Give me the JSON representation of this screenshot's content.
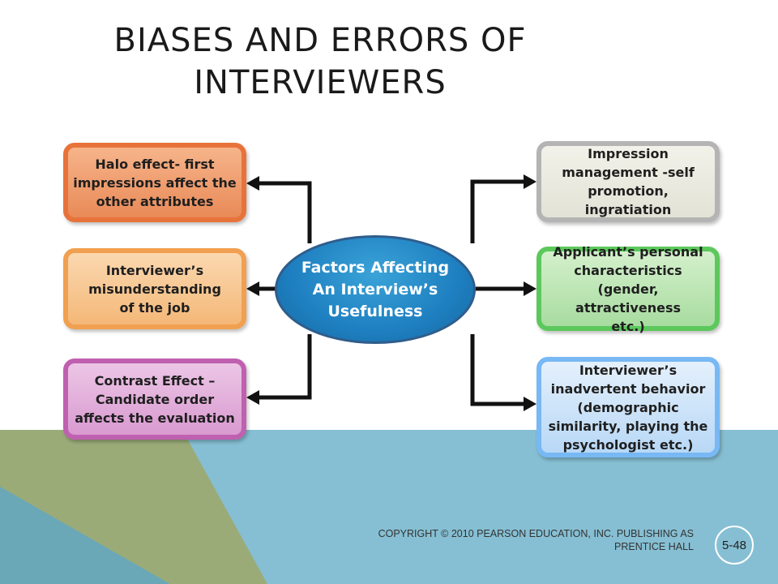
{
  "title": {
    "line1": "BIASES AND ERRORS OF",
    "line2": "INTERVIEWERS"
  },
  "center": {
    "line1": "Factors Affecting",
    "line2": "An Interview’s",
    "line3": "Usefulness"
  },
  "left_boxes": [
    {
      "lines": [
        "Halo effect- first",
        "impressions affect the",
        "other attributes"
      ]
    },
    {
      "lines": [
        "Interviewer’s",
        "misunderstanding",
        "of the job"
      ]
    },
    {
      "lines": [
        "Contrast Effect –",
        "Candidate order",
        "affects the evaluation"
      ]
    }
  ],
  "right_boxes": [
    {
      "lines": [
        "Impression",
        "management -self",
        "promotion, ingratiation"
      ]
    },
    {
      "lines": [
        "Applicant’s personal",
        "characteristics",
        "(gender, attractiveness",
        "etc.)"
      ]
    },
    {
      "lines": [
        "Interviewer’s",
        "inadvertent behavior",
        "(demographic",
        "similarity, playing the",
        "psychologist etc.)"
      ]
    }
  ],
  "footer": {
    "line1": "COPYRIGHT © 2010 PEARSON EDUCATION, INC. PUBLISHING AS",
    "line2": "PRENTICE HALL"
  },
  "page_number": "5-48",
  "colors": {
    "halo": "#e8733a",
    "misunderstanding": "#f0a050",
    "contrast": "#c060b0",
    "impression": "#b0b0b0",
    "applicant": "#5cc85c",
    "inadvertent": "#6fb0f0",
    "center": "#1e7fc0",
    "band_teal": "#86bfd3",
    "band_green": "#9aab78",
    "band_dark": "#6aa8b8"
  }
}
